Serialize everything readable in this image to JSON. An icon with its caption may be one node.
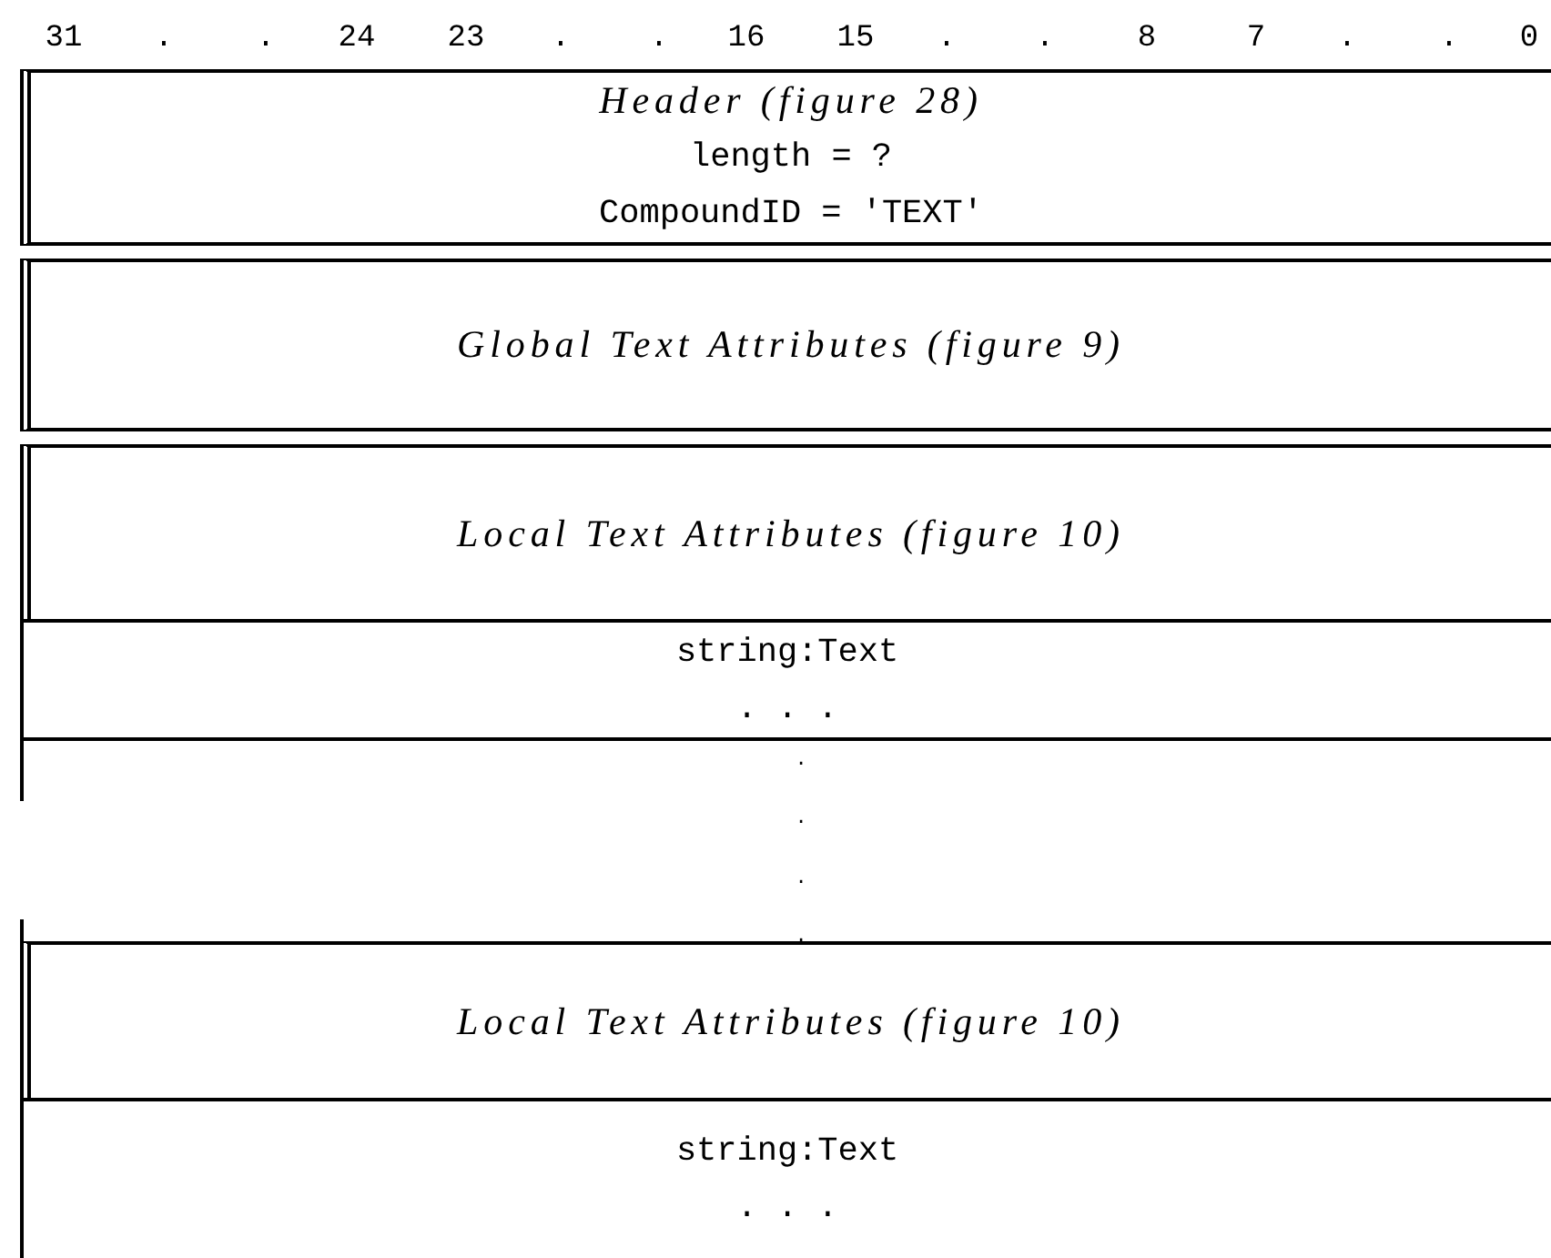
{
  "diagram": {
    "nodes": [
      {
        "text": [
          "Header (figure 28)",
          "length = ?",
          "CompoundID = 'TEXT'"
        ]
      },
      {
        "text": [
          "Global Text Attributes (figure 9)"
        ]
      },
      {
        "text": [
          "Local Text Attributes (figure 10)"
        ]
      },
      {
        "text": [
          "string:Text",
          ". . ."
        ]
      },
      {
        "text": [
          "Local Text Attributes (figure 10)"
        ]
      },
      {
        "text": [
          "string:Text",
          ". . ."
        ]
      }
    ],
    "labels": [
      "31",
      ".",
      ".",
      "24",
      "23",
      ".",
      ".",
      "16",
      "15",
      ".",
      ".",
      "8",
      "7",
      ".",
      ".",
      "0",
      ".",
      ".",
      ".",
      "."
    ]
  }
}
